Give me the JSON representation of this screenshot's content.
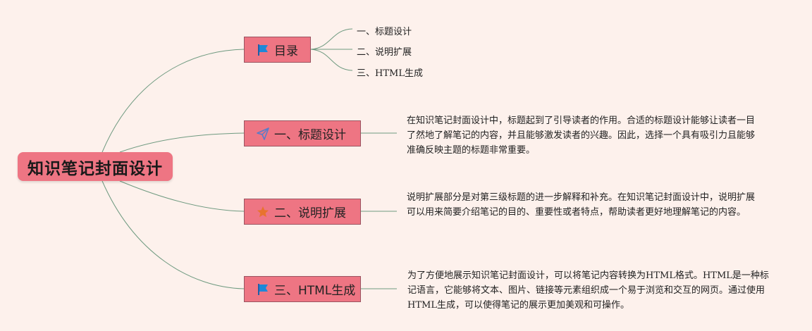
{
  "root": {
    "label": "知识笔记封面设计"
  },
  "branches": [
    {
      "label": "目录",
      "icon": "blue-flag-icon",
      "items": [
        "一、标题设计",
        "二、说明扩展",
        "三、HTML生成"
      ]
    },
    {
      "label": "一、标题设计",
      "icon": "paper-plane-icon",
      "note": "在知识笔记封面设计中，标题起到了引导读者的作用。合适的标题设计能够让读者一目了然地了解笔记的内容，并且能够激发读者的兴趣。因此，选择一个具有吸引力且能够准确反映主题的标题非常重要。"
    },
    {
      "label": "二、说明扩展",
      "icon": "orange-star-icon",
      "note": "说明扩展部分是对第三级标题的进一步解释和补充。在知识笔记封面设计中，说明扩展可以用来简要介绍笔记的目的、重要性或者特点，帮助读者更好地理解笔记的内容。"
    },
    {
      "label": "三、HTML生成",
      "icon": "blue-flag-icon",
      "note": "为了方便地展示知识笔记封面设计，可以将笔记内容转换为HTML格式。HTML是一种标记语言，它能够将文本、图片、链接等元素组织成一个易于浏览和交互的网页。通过使用HTML生成，可以使得笔记的展示更加美观和可操作。"
    }
  ],
  "colors": {
    "background": "#fdf1ec",
    "node_fill": "#ee7583",
    "connector": "#6f9a80",
    "flag": "#1e88d8",
    "star": "#e8732e",
    "plane": "#5a7cc7"
  }
}
